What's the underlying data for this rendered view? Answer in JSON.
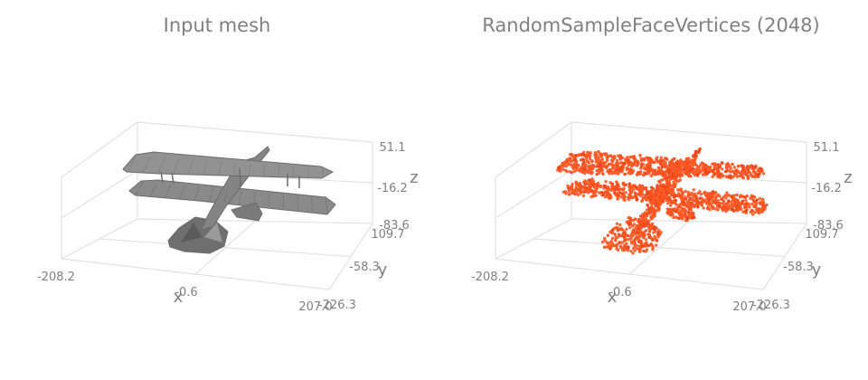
{
  "colors": {
    "mesh": "#8a8a8a",
    "mesh_edge": "#6b6b6b",
    "points": "#ff5722",
    "text": "#808080",
    "grid": "#e2e2e2"
  },
  "chart_data": [
    {
      "type": "mesh3d",
      "title": "Input mesh",
      "object": "biplane",
      "render_style": "gray shaded surface",
      "axes": {
        "x": {
          "label": "x",
          "ticks": [
            "-208.2",
            "-0.6",
            "207.0"
          ],
          "range": [
            -208.2,
            207.0
          ]
        },
        "y": {
          "label": "y",
          "ticks": [
            "-226.3",
            "-58.3",
            "109.7"
          ],
          "range": [
            -226.3,
            109.7
          ]
        },
        "z": {
          "label": "z",
          "ticks": [
            "-83.6",
            "-16.2",
            "51.1"
          ],
          "range": [
            -83.6,
            51.1
          ]
        }
      },
      "grid": true
    },
    {
      "type": "scatter3d",
      "title": "RandomSampleFaceVertices (2048)",
      "object": "biplane",
      "point_count": 2048,
      "render_style": "orange point cloud",
      "axes": {
        "x": {
          "label": "x",
          "ticks": [
            "-208.2",
            "-0.6",
            "207.0"
          ],
          "range": [
            -208.2,
            207.0
          ]
        },
        "y": {
          "label": "y",
          "ticks": [
            "-226.3",
            "-58.3",
            "109.7"
          ],
          "range": [
            -226.3,
            109.7
          ]
        },
        "z": {
          "label": "z",
          "ticks": [
            "-83.6",
            "-16.2",
            "51.1"
          ],
          "range": [
            -83.6,
            51.1
          ]
        }
      },
      "grid": true
    }
  ]
}
